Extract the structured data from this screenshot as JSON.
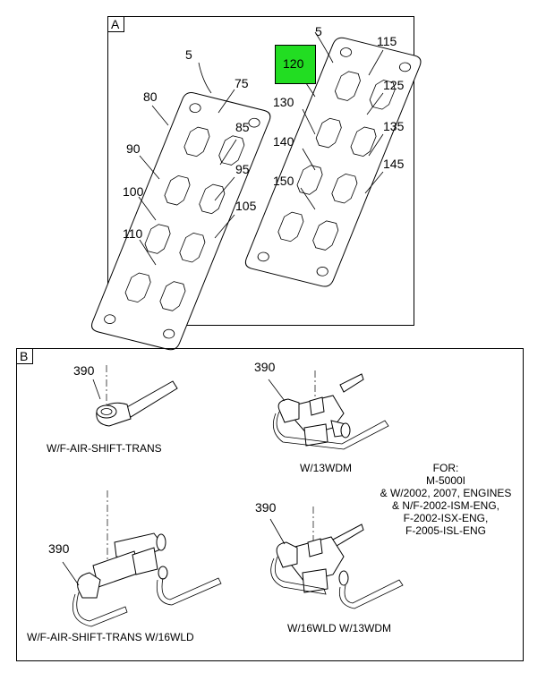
{
  "panel_a": {
    "letter": "A",
    "left_gasket": {
      "ref": "5",
      "callouts": [
        "80",
        "75",
        "90",
        "85",
        "100",
        "95",
        "110",
        "105"
      ]
    },
    "right_gasket": {
      "ref": "5",
      "callouts": [
        "120",
        "115",
        "130",
        "125",
        "140",
        "135",
        "150",
        "145"
      ]
    },
    "highlight": {
      "label": "120",
      "color": "#22dd22"
    }
  },
  "panel_b": {
    "letter": "B",
    "views": [
      {
        "ref": "390",
        "caption": "W/F-AIR-SHIFT-TRANS"
      },
      {
        "ref": "390",
        "caption": "W/13WDM"
      },
      {
        "ref": "390",
        "caption": "W/F-AIR-SHIFT-TRANS W/16WLD"
      },
      {
        "ref": "390",
        "caption": "W/16WLD W/13WDM"
      }
    ],
    "note": [
      "FOR:",
      "M-5000I",
      "& W/2002, 2007, ENGINES",
      "& N/F-2002-ISM-ENG,",
      "F-2002-ISX-ENG,",
      "F-2005-ISL-ENG"
    ]
  }
}
